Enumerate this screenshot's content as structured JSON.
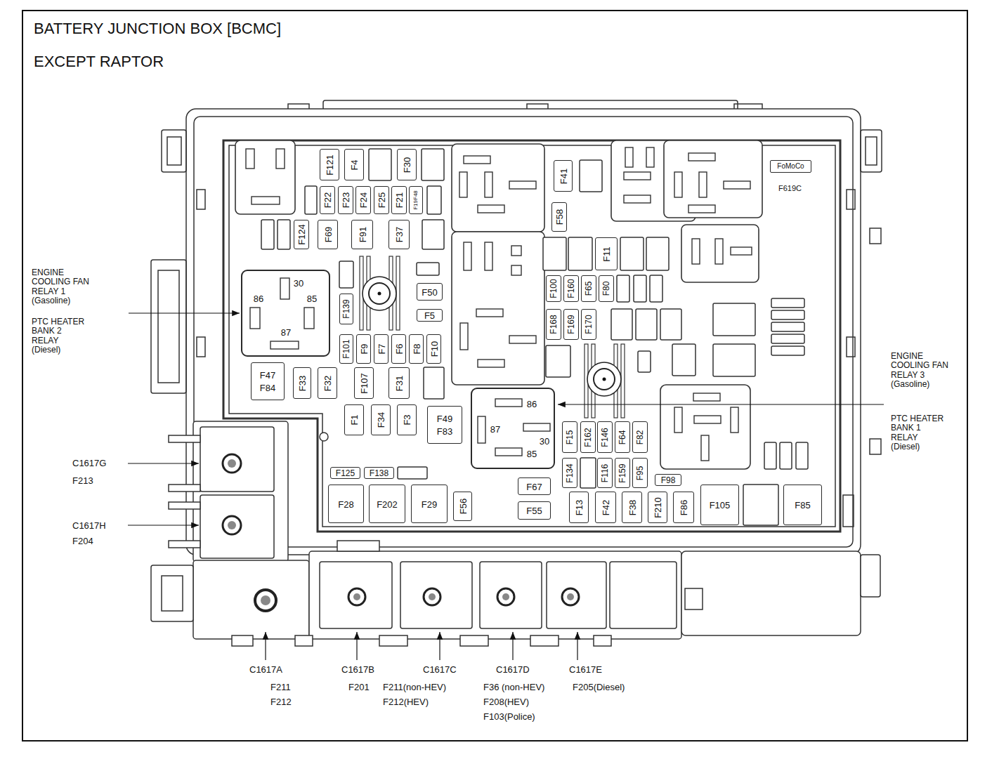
{
  "diagram": {
    "title": "BATTERY JUNCTION BOX [BCMC]",
    "nodes": [
      {
        "text": [
          "F121"
        ]
      },
      {
        "text": [
          "F4"
        ]
      },
      {
        "text": [
          "F30"
        ]
      },
      {
        "text": [
          "FoMoCo"
        ]
      },
      {
        "text": [
          "F41"
        ]
      },
      {
        "text": [
          "F22"
        ]
      },
      {
        "text": [
          "F23"
        ]
      },
      {
        "text": [
          "F24"
        ]
      },
      {
        "text": [
          "F25"
        ]
      },
      {
        "text": [
          "F21"
        ]
      },
      {
        "text": [
          "F19F48"
        ]
      },
      {
        "text": [
          "F58"
        ]
      },
      {
        "text": [
          "F124"
        ]
      },
      {
        "text": [
          "F69"
        ]
      },
      {
        "text": [
          "F91"
        ]
      },
      {
        "text": [
          "F37"
        ]
      },
      {
        "text": [
          "F11"
        ]
      },
      {
        "text": [
          "F100"
        ]
      },
      {
        "text": [
          "F160"
        ]
      },
      {
        "text": [
          "F65"
        ]
      },
      {
        "text": [
          "F80"
        ]
      },
      {
        "text": [
          "30",
          "86",
          "85",
          "87"
        ]
      },
      {
        "text": [
          "F50"
        ]
      },
      {
        "text": [
          "F139"
        ]
      },
      {
        "text": [
          "F5"
        ]
      },
      {
        "text": [
          "F168"
        ]
      },
      {
        "text": [
          "F169"
        ]
      },
      {
        "text": [
          "F170"
        ]
      },
      {
        "text": [
          "F101"
        ]
      },
      {
        "text": [
          "F9"
        ]
      },
      {
        "text": [
          "F7"
        ]
      },
      {
        "text": [
          "F6"
        ]
      },
      {
        "text": [
          "F8"
        ]
      },
      {
        "text": [
          "F10"
        ]
      },
      {
        "text": [
          "F47",
          "F84"
        ]
      },
      {
        "text": [
          "F33"
        ]
      },
      {
        "text": [
          "F32"
        ]
      },
      {
        "text": [
          "F107"
        ]
      },
      {
        "text": [
          "F31"
        ]
      },
      {
        "text": [
          "86",
          "87",
          "30",
          "85"
        ]
      },
      {
        "text": [
          "F1"
        ]
      },
      {
        "text": [
          "F34"
        ]
      },
      {
        "text": [
          "F3"
        ]
      },
      {
        "text": [
          "F49",
          "F83"
        ]
      },
      {
        "text": [
          "F15"
        ]
      },
      {
        "text": [
          "F162"
        ]
      },
      {
        "text": [
          "F146"
        ]
      },
      {
        "text": [
          "F64"
        ]
      },
      {
        "text": [
          "F82"
        ]
      },
      {
        "text": [
          "F134"
        ]
      },
      {
        "text": [
          "F116"
        ]
      },
      {
        "text": [
          "F159"
        ]
      },
      {
        "text": [
          "F95"
        ]
      },
      {
        "text": [
          "F125"
        ]
      },
      {
        "text": [
          "F138"
        ]
      },
      {
        "text": [
          "F98"
        ]
      },
      {
        "text": [
          "F67"
        ]
      },
      {
        "text": [
          "F28"
        ]
      },
      {
        "text": [
          "F202"
        ]
      },
      {
        "text": [
          "F29"
        ]
      },
      {
        "text": [
          "F56"
        ]
      },
      {
        "text": [
          "F13"
        ]
      },
      {
        "text": [
          "F42"
        ]
      },
      {
        "text": [
          "F38"
        ]
      },
      {
        "text": [
          "F210"
        ]
      },
      {
        "text": [
          "F86"
        ]
      },
      {
        "text": [
          "F105"
        ]
      },
      {
        "text": [
          "F85"
        ]
      },
      {
        "text": [
          "F55"
        ]
      }
    ],
    "labels": [
      "EXCEPT RAPTOR",
      "ENGINE COOLING FAN RELAY 1 (Gasoline)",
      "PTC HEATER BANK 2 RELAY (Diesel)",
      "ENGINE COOLING FAN RELAY 3 (Gasoline)",
      "PTC HEATER BANK 1 RELAY (Diesel)",
      "F619C",
      "C1617G",
      "F213",
      "C1617H",
      "F204",
      "C1617A",
      "F211",
      "F212",
      "C1617B",
      "F201",
      "C1617C",
      "F211(non-HEV)",
      "F212(HEV)",
      "C1617D",
      "F36 (non-HEV)",
      "F208(HEV)",
      "F103(Police)",
      "C1617E",
      "F205(Diesel)"
    ]
  }
}
